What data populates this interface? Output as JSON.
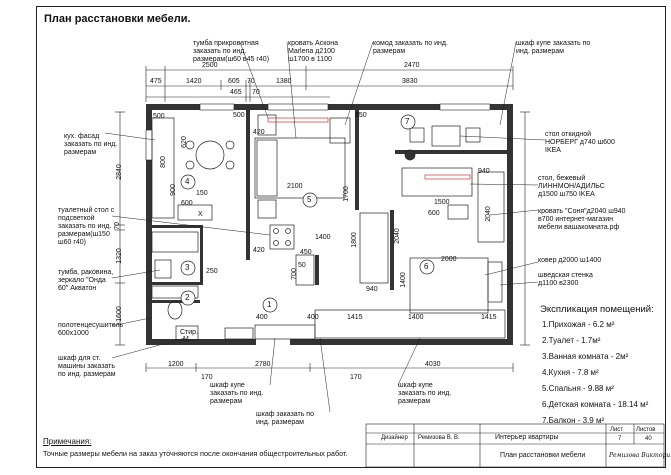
{
  "title": "План расстановки мебели.",
  "dims_top_overall": [
    "2500",
    "2470"
  ],
  "dims_top_row2": [
    "475",
    "1420",
    "605",
    "70",
    "1380",
    "3830"
  ],
  "dims_top_row3": [
    "465",
    "70"
  ],
  "dims_bottom": [
    "1200",
    "2780",
    "4030"
  ],
  "dims_bottom_small": [
    "170",
    "170"
  ],
  "dims_left": [
    "2840",
    "70",
    "1320",
    "1600"
  ],
  "room_numbers": [
    "1",
    "2",
    "3",
    "4",
    "5",
    "6",
    "7"
  ],
  "inner_dims": [
    "500",
    "420",
    "850",
    "2100",
    "1700",
    "1400",
    "450",
    "50",
    "700",
    "420",
    "800",
    "900",
    "620",
    "250",
    "150",
    "600",
    "1500",
    "2040",
    "940",
    "2000",
    "1400",
    "940",
    "2040",
    "600",
    "400",
    "1415",
    "1400",
    "1415",
    "500",
    "400",
    "1800"
  ],
  "callouts": {
    "tumba": "тумба прикроватная заказать по инд. размерам(ш60 в45 г40)",
    "bed": "кровать Аскона Marlena д2100 ш1700 в 1100",
    "komod": "комод заказать по инд. размерам",
    "shkaf_kupe_top": "шкаф купе заказать по инд. размерам",
    "kitchen_facade": "кух. фасад заказать по инд. размерам",
    "toilet_table": "туалетный стол с подсветкой заказать по инд. размерам(ш150 ш60 г40)",
    "tumba_sink": "тумба, раковина, зеркало \"Онда 60\" Акватон",
    "towel": "полотенцесушитель 600х1000",
    "wash_cabinet": "шкаф для ст. машины заказать по инд. размерам",
    "table_fold": "стол откидной НОРБЕРГ д740 ш600 IKEA",
    "desk": "стол, бежевый ЛИННМОН/АДИЛЬС д1500 ш750 IKEA",
    "bed_sonya": "кровать \"Соня\"д2040 ш940 в700 интернет-магазин мебели вашакомната.рф",
    "carpet": "ковер д2000 ш1400",
    "swedish_wall": "шведская стенка д1100 в2300",
    "shkaf_kupe_b1": "шкаф купе заказать по инд. размерам",
    "shkaf_b2": "шкаф заказать по инд. размерам",
    "shkaf_kupe_b3": "шкаф купе заказать по инд. размерам"
  },
  "small_labels": {
    "stir": "Стир.",
    "m": "М.",
    "x": "X"
  },
  "legend": {
    "title": "Экспликация помещений:",
    "items": [
      "1.Прихожая - 6.2 м²",
      "2.Туалет - 1.7м²",
      "3.Ванная комната - 2м²",
      "4.Кухня - 7.8 м²",
      "5.Спальня - 9.88 м²",
      "6.Детская комната - 18.14 м²",
      "7.Балкон - 3.9 м²"
    ]
  },
  "notes": {
    "title": "Примечания:",
    "text": "Точные размеры мебели на заказ уточняются после окончания общестроительных работ."
  },
  "stamp": {
    "designer_label": "Дизайнер",
    "designer_name": "Ремизова В. В.",
    "project": "Интерьер квартиры",
    "sheet_label": "Лист",
    "sheets_label": "Листов",
    "sheet_no": "7",
    "sheets_total": "40",
    "drawing": "План расстановки мебели",
    "signature": "Ремизова Виктория"
  }
}
